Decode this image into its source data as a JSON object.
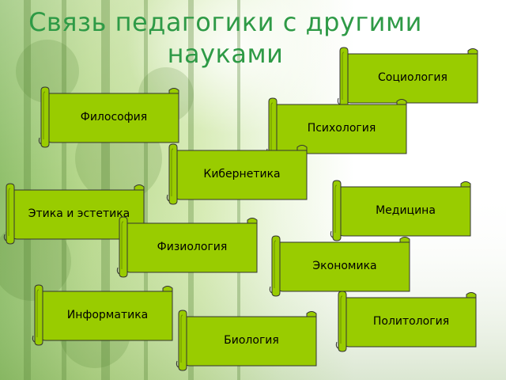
{
  "title": "Связь педагогики с другими науками",
  "colors": {
    "title": "#2e9a46",
    "scroll_fill": "#99cc00",
    "scroll_stroke": "#333333"
  },
  "sciences": [
    "Социология",
    "Философия",
    "Психология",
    "Кибернетика",
    "Медицина",
    "Этика и эстетика",
    "Физиология",
    "Экономика",
    "Информатика",
    "Политология",
    "Биология"
  ]
}
